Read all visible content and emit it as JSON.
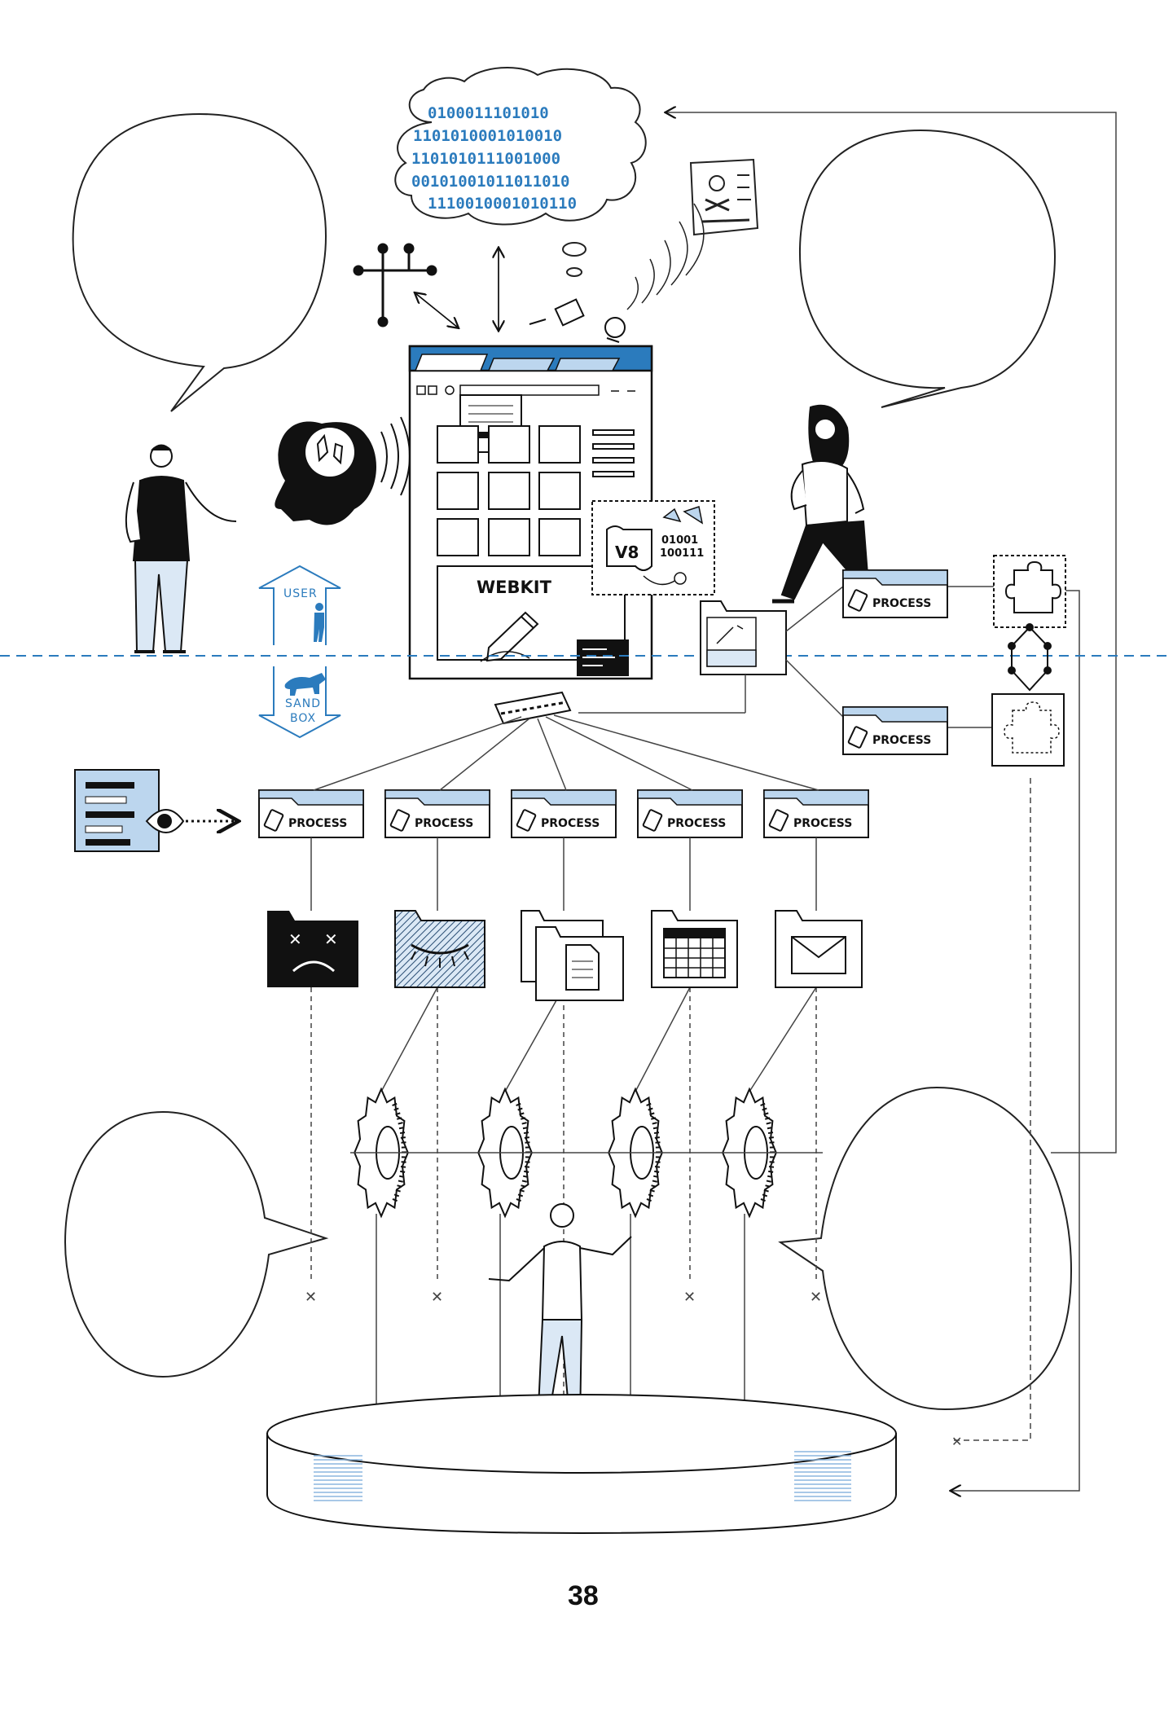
{
  "page_number": "38",
  "browser": {
    "engine_label": "WEBKIT",
    "js_engine_label": "V8"
  },
  "boundary": {
    "upper_label_1": "USER",
    "lower_label_1": "SAND",
    "lower_label_2": "BOX"
  },
  "process_label": "PROCESS",
  "process_count": 7,
  "binary_cloud": [
    "0100011101010",
    "1101010001010010",
    "1101010111001000",
    "00101001011011010",
    "1110010001010110"
  ],
  "bits_panel": [
    "01001",
    "100111"
  ],
  "colors": {
    "accent_blue": "#2b7bbd",
    "light_blue": "#bcd6ee",
    "ink": "#111111"
  },
  "icons": [
    "network-switch-icon",
    "head-sign-language-icon",
    "puzzle-icon",
    "eye-icon",
    "sad-folder-icon",
    "hidden-folder-icon",
    "documents-folder-icon",
    "calendar-folder-icon",
    "mail-folder-icon",
    "gear-icon",
    "dog-icon",
    "pencil-icon"
  ]
}
